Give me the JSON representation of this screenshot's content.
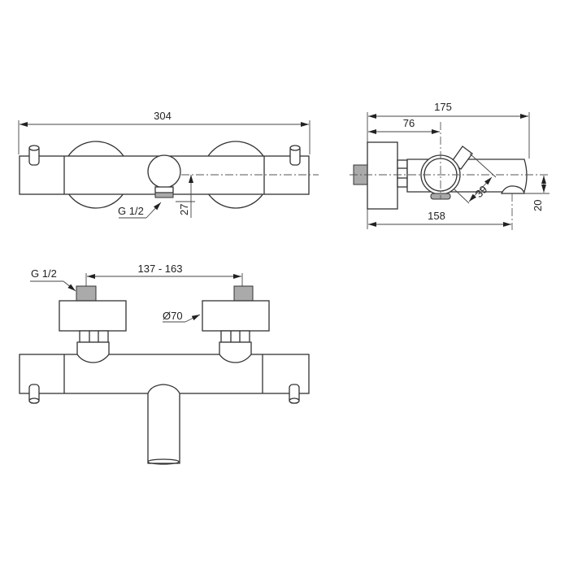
{
  "top_view": {
    "overall_width": "304",
    "outlet_thread": "G 1/2",
    "outlet_height": "27"
  },
  "side_view": {
    "depth": "175",
    "outlet_offset": "76",
    "spout_reach": "158",
    "handle_size": "39",
    "spout_height": "20"
  },
  "front_view": {
    "center_distance": "137 - 163",
    "inlet_thread": "G 1/2",
    "flange_diameter": "Ø70"
  }
}
